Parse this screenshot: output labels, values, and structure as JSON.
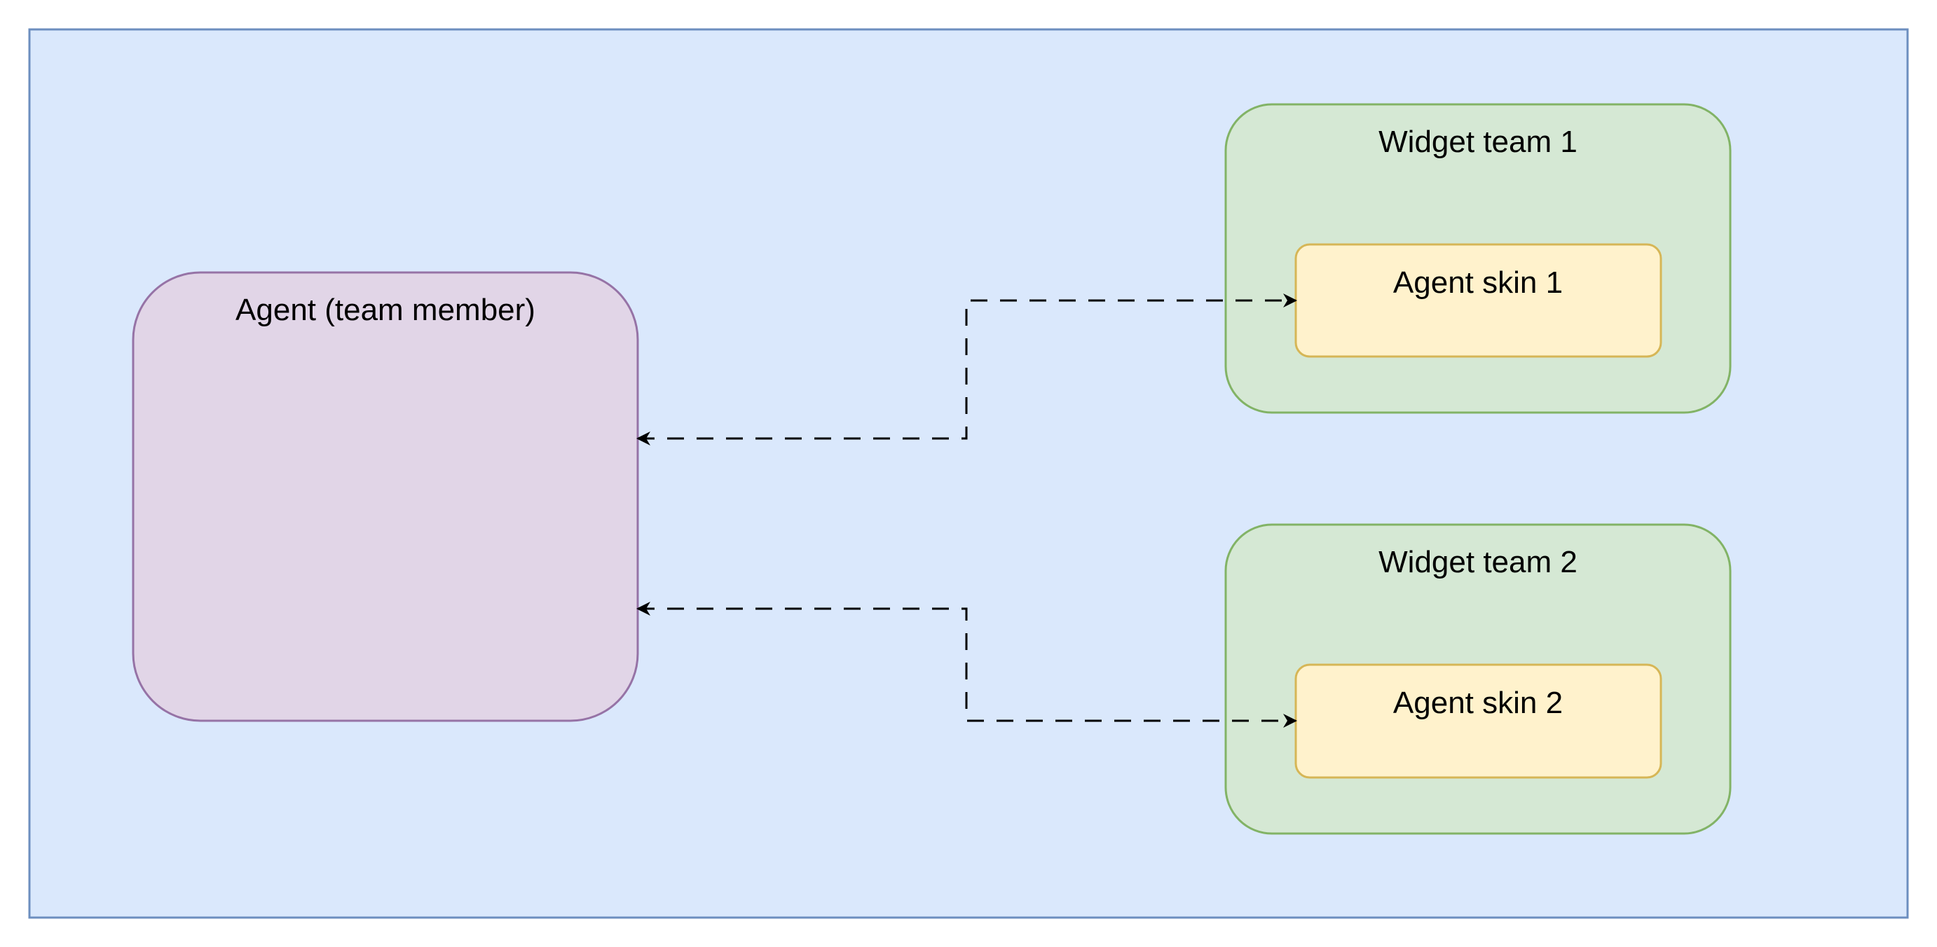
{
  "diagram": {
    "nodes": {
      "agent": {
        "label": "Agent (team member)"
      },
      "widget_team_1": {
        "label": "Widget team 1"
      },
      "agent_skin_1": {
        "label": "Agent skin 1"
      },
      "widget_team_2": {
        "label": "Widget team 2"
      },
      "agent_skin_2": {
        "label": "Agent skin 2"
      }
    },
    "edges": [
      {
        "from": "agent_skin_1",
        "to": "agent",
        "style": "dashed",
        "arrows": "both"
      },
      {
        "from": "agent_skin_2",
        "to": "agent",
        "style": "dashed",
        "arrows": "both"
      }
    ]
  },
  "colors": {
    "canvas_fill": "#dae8fc",
    "canvas_stroke": "#6c8ebf",
    "agent_fill": "#e1d5e7",
    "agent_stroke": "#9673a6",
    "team_fill": "#d5e8d4",
    "team_stroke": "#82b366",
    "skin_fill": "#fff2cc",
    "skin_stroke": "#d6b656",
    "edge_stroke": "#000000"
  }
}
